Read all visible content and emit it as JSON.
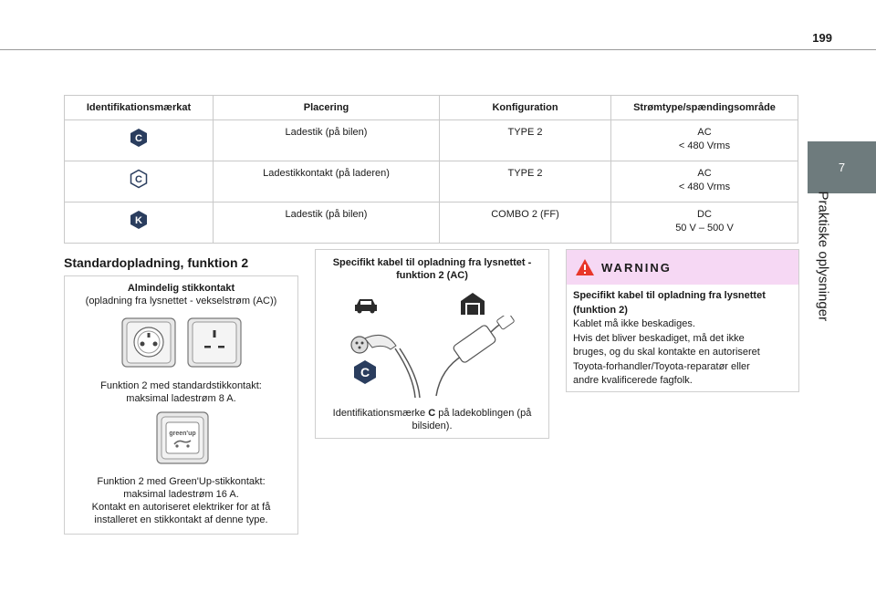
{
  "page": {
    "number": "199",
    "chapter_tab": "7",
    "chapter_title": "Praktiske oplysninger"
  },
  "table": {
    "headers": [
      "Identifikationsmærkat",
      "Placering",
      "Konfiguration",
      "Strømtype/spændingsområde"
    ],
    "rows": [
      {
        "badge": "C",
        "badge_style": "filled",
        "placement": "Ladestik (på bilen)",
        "config": "TYPE 2",
        "current": "AC",
        "range": "< 480 Vrms"
      },
      {
        "badge": "C",
        "badge_style": "outline",
        "placement": "Ladestikkontakt (på laderen)",
        "config": "TYPE 2",
        "current": "AC",
        "range": "< 480 Vrms"
      },
      {
        "badge": "K",
        "badge_style": "filled",
        "placement": "Ladestik (på bilen)",
        "config": "COMBO 2 (FF)",
        "current": "DC",
        "range": "50 V – 500 V"
      }
    ]
  },
  "section_title": "Standardopladning, funktion 2",
  "box1": {
    "heading": "Almindelig stikkontakt",
    "subheading": "(opladning fra lysnettet - vekselstrøm (AC))",
    "caption1_line1": "Funktion 2 med standardstikkontakt:",
    "caption1_line2": "maksimal ladestrøm 8 A.",
    "greenup_label": "green'up",
    "caption2_line1": "Funktion 2 med Green'Up-stikkontakt:",
    "caption2_line2": "maksimal ladestrøm 16 A.",
    "caption2_line3": "Kontakt en autoriseret elektriker for at få",
    "caption2_line4": "installeret en stikkontakt af denne type."
  },
  "box2": {
    "heading_line1": "Specifikt kabel til opladning fra lysnettet -",
    "heading_line2": "funktion 2 (AC)",
    "badge": "C",
    "caption_pre": "Identifikationsmærke ",
    "caption_bold": "C",
    "caption_post": " på ladekoblingen (på",
    "caption_line2": "bilsiden)."
  },
  "box3": {
    "warning_label": "WARNING",
    "bold_line1": "Specifikt kabel til opladning fra lysnettet",
    "bold_line2": "(funktion 2)",
    "lines": [
      "Kablet må ikke beskadiges.",
      "Hvis det bliver beskadiget, må det ikke",
      "bruges, og du skal kontakte en autoriseret",
      "Toyota-forhandler/Toyota-reparatør eller",
      "andre kvalificerede fagfolk."
    ]
  },
  "colors": {
    "side_tab": "#6e7b7d",
    "warning_bg": "#f6d8f4",
    "warning_icon": "#e8372a",
    "badge": "#2a3d5e"
  }
}
